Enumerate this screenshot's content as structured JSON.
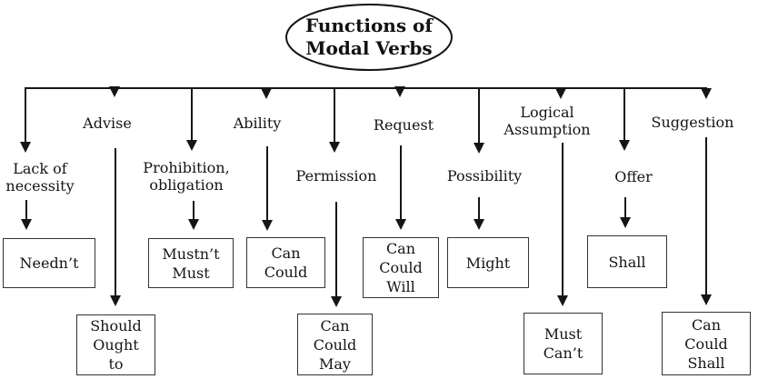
{
  "title": {
    "text": "Functions of\nModal Verbs"
  },
  "colors": {
    "ink": "#151515",
    "box_border": "#333333",
    "background": "#ffffff"
  },
  "nodes": [
    {
      "id": "lack-of-necessity",
      "label": "Lack of\nnecessity",
      "verbs": "Needn’t"
    },
    {
      "id": "advise",
      "label": "Advise",
      "verbs": "Should\nOught\nto"
    },
    {
      "id": "prohibition-obligation",
      "label": "Prohibition,\nobligation",
      "verbs": "Mustn’t\nMust"
    },
    {
      "id": "ability",
      "label": "Ability",
      "verbs": "Can\nCould"
    },
    {
      "id": "permission",
      "label": "Permission",
      "verbs": "Can\nCould\nMay"
    },
    {
      "id": "request",
      "label": "Request",
      "verbs": "Can\nCould\nWill"
    },
    {
      "id": "possibility",
      "label": "Possibility",
      "verbs": "Might"
    },
    {
      "id": "logical-assumption",
      "label": "Logical\nAssumption",
      "verbs": "Must\nCan’t"
    },
    {
      "id": "offer",
      "label": "Offer",
      "verbs": "Shall"
    },
    {
      "id": "suggestion",
      "label": "Suggestion",
      "verbs": "Can\nCould\nShall"
    }
  ]
}
